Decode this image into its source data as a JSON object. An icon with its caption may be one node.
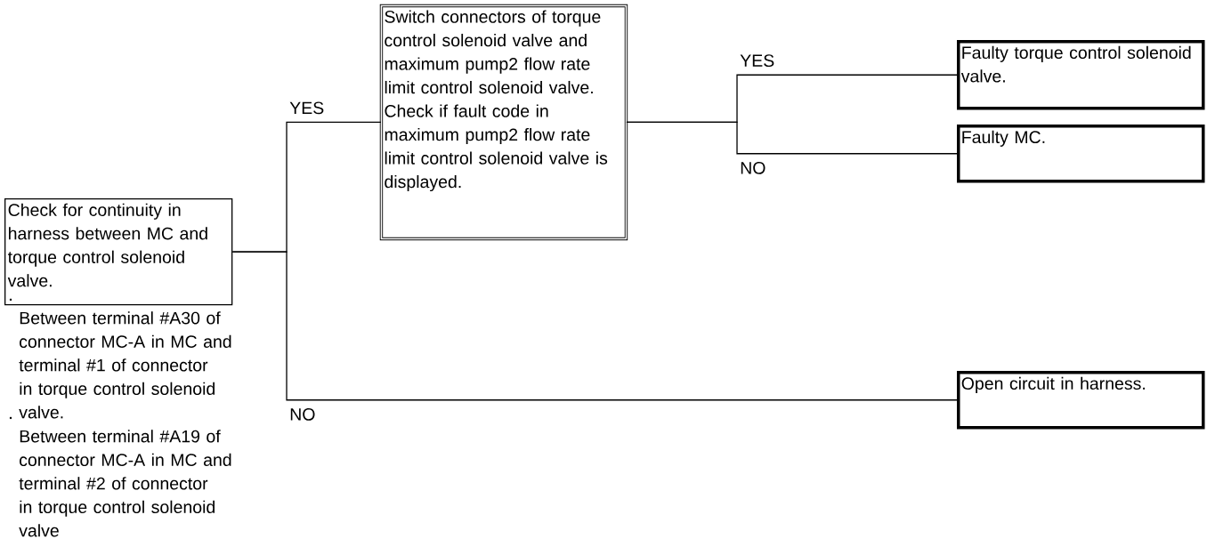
{
  "diagram": {
    "nodes": [
      {
        "text": [
          "Check for continuity in harness between MC and torque control solenoid valve."
        ],
        "beside": [
          "Between terminal #A30 of connector MC-A in MC and terminal #1 of connector in torque control solenoid valve.",
          "Between terminal #A19 of connector MC-A in MC and terminal #2 of connector in torque control solenoid valve"
        ]
      },
      {
        "text": [
          "Switch connectors of torque control solenoid valve and maximum pump2 flow rate limit control solenoid valve. Check if fault code in maximum pump2 flow rate limit control solenoid valve is displayed."
        ]
      },
      {
        "text": [
          "Faulty torque control solenoid valve."
        ]
      },
      {
        "text": [
          "Faulty MC."
        ]
      },
      {
        "text": [
          "Open circuit in harness."
        ]
      }
    ],
    "edges": [
      {
        "from": 0,
        "to": 1,
        "arrow": "none",
        "label": "YES"
      },
      {
        "from": 0,
        "to": 4,
        "arrow": "none",
        "label": "NO"
      },
      {
        "from": 1,
        "to": 2,
        "arrow": "none",
        "label": "YES"
      },
      {
        "from": 1,
        "to": 3,
        "arrow": "none",
        "label": "NO"
      }
    ]
  }
}
